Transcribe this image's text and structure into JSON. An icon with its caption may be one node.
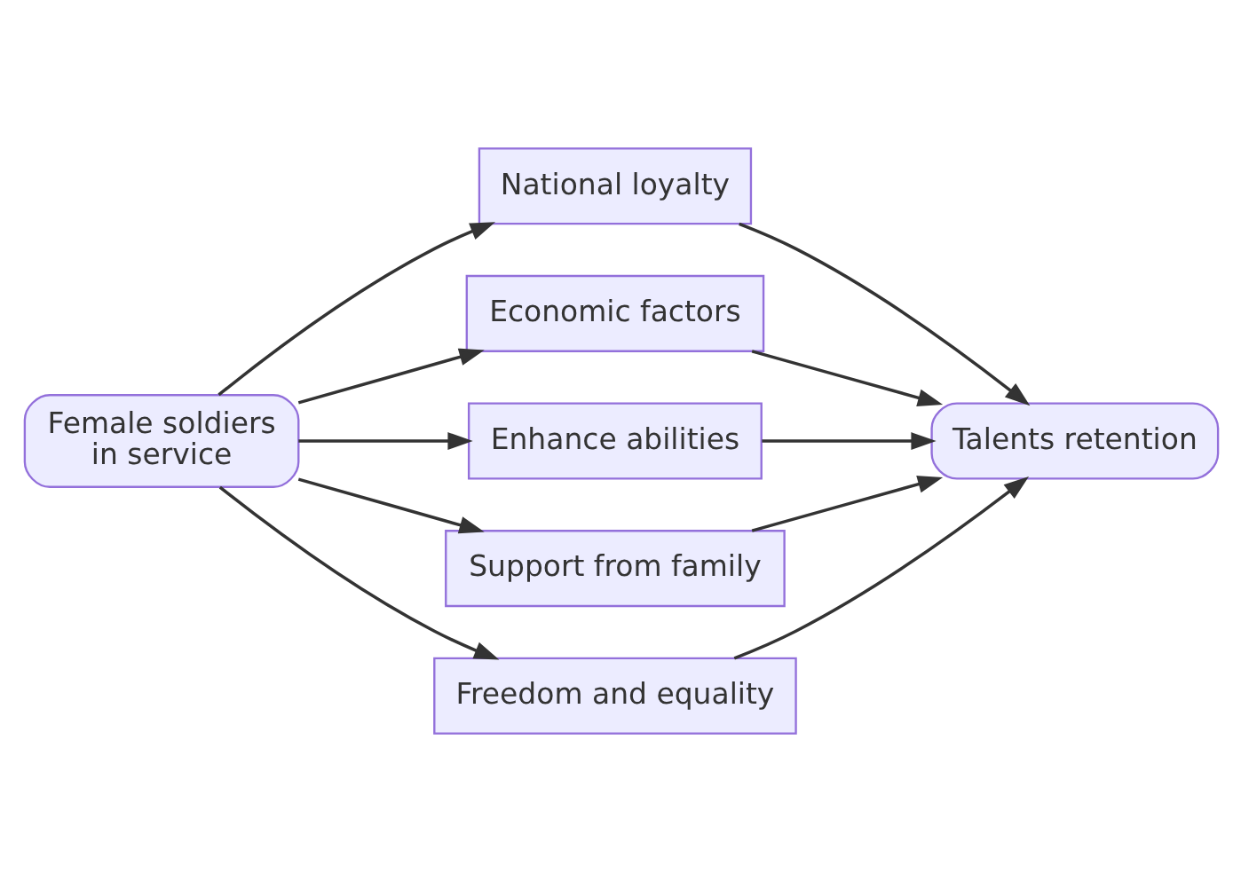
{
  "diagram": {
    "nodes": [
      {
        "text": [
          "Female soldiers in service"
        ]
      },
      {
        "text": [
          "National loyalty"
        ]
      },
      {
        "text": [
          "Economic factors"
        ]
      },
      {
        "text": [
          "Enhance abilities"
        ]
      },
      {
        "text": [
          "Support from family"
        ]
      },
      {
        "text": [
          "Freedom and equality"
        ]
      },
      {
        "text": [
          "Talents retention"
        ]
      }
    ],
    "edges": [
      {
        "from": 0,
        "to": 1,
        "arrow": "to"
      },
      {
        "from": 0,
        "to": 2,
        "arrow": "to"
      },
      {
        "from": 0,
        "to": 3,
        "arrow": "to"
      },
      {
        "from": 0,
        "to": 4,
        "arrow": "to"
      },
      {
        "from": 0,
        "to": 5,
        "arrow": "to"
      },
      {
        "from": 1,
        "to": 6,
        "arrow": "to"
      },
      {
        "from": 2,
        "to": 6,
        "arrow": "to"
      },
      {
        "from": 3,
        "to": 6,
        "arrow": "to"
      },
      {
        "from": 4,
        "to": 6,
        "arrow": "to"
      },
      {
        "from": 5,
        "to": 6,
        "arrow": "to"
      }
    ]
  }
}
